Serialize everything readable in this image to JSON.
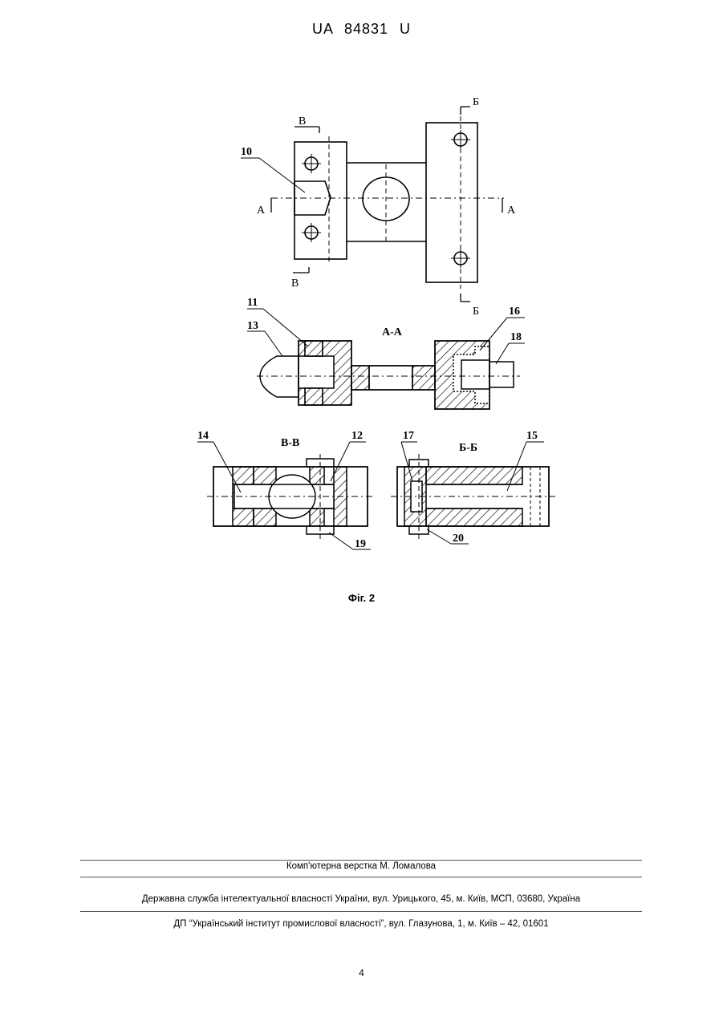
{
  "header": {
    "doc_id": "UA   84831   U"
  },
  "figure": {
    "caption": "Фіг. 2",
    "section_labels": {
      "aa": "А-А",
      "vv": "В-В",
      "bb": "Б-Б",
      "a_left": "А",
      "a_right": "А",
      "v_top": "В",
      "v_bottom": "В",
      "b_top": "Б",
      "b_bottom": "Б"
    },
    "part_numbers": {
      "p10": "10",
      "p11": "11",
      "p12": "12",
      "p13": "13",
      "p14": "14",
      "p15": "15",
      "p16": "16",
      "p17": "17",
      "p18": "18",
      "p19": "19",
      "p20": "20"
    }
  },
  "footer": {
    "layout": "Комп'ютерна верстка М. Ломалова",
    "agency": "Державна служба інтелектуальної власності України, вул. Урицького, 45, м. Київ, МСП, 03680, Україна",
    "institute": "ДП “Український інститут промислової власності”, вул. Глазунова, 1, м. Київ – 42, 01601",
    "page_number": "4"
  }
}
